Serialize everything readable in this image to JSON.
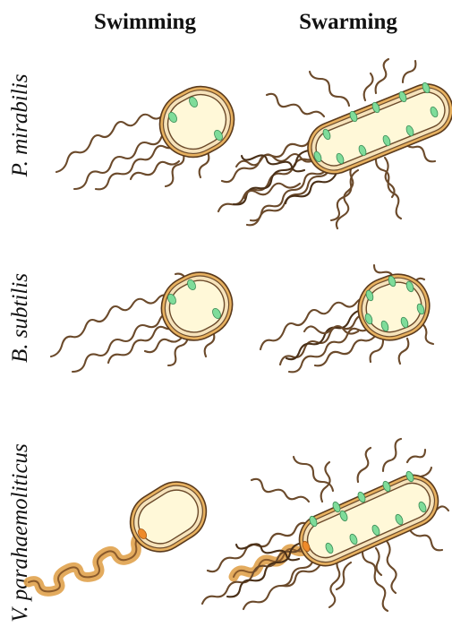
{
  "columns": {
    "swimming": "Swimming",
    "swarming": "Swarming"
  },
  "rows": {
    "p_mirabilis": "P. mirabilis",
    "b_subtilis": "B. subtilis",
    "v_parahaemoliticus": "V. parahaemoliticus"
  },
  "colors": {
    "cell_envelope": "#e7b160",
    "cytoplasm": "#fff8d8",
    "flagellum": "#6b4a2b",
    "motor": "#7fdc9a",
    "polar_motor": "#ee8a2a",
    "sheath": "#e0a24c"
  }
}
